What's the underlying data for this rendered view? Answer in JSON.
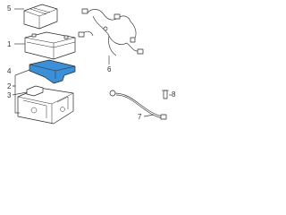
{
  "diagram": {
    "accent_color": "#3a8fd6",
    "callouts": [
      {
        "id": "1",
        "label": "1"
      },
      {
        "id": "2",
        "label": "2"
      },
      {
        "id": "3",
        "label": "3"
      },
      {
        "id": "4",
        "label": "4"
      },
      {
        "id": "5",
        "label": "5"
      },
      {
        "id": "6",
        "label": "6"
      },
      {
        "id": "7",
        "label": "7"
      },
      {
        "id": "8",
        "label": "8"
      }
    ]
  }
}
